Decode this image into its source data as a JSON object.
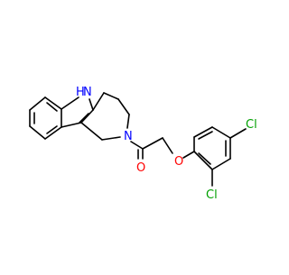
{
  "molecule": {
    "atom_labels": {
      "nh_h": "H",
      "nh_n": "N",
      "ring_n": "N",
      "carbonyl_o": "O",
      "ether_o": "O",
      "cl_para": "Cl",
      "cl_ortho": "Cl"
    },
    "colors": {
      "bond": "#000000",
      "nitrogen": "#0000ff",
      "oxygen": "#ff0000",
      "chlorine": "#00a000",
      "background": "#ffffff"
    }
  }
}
